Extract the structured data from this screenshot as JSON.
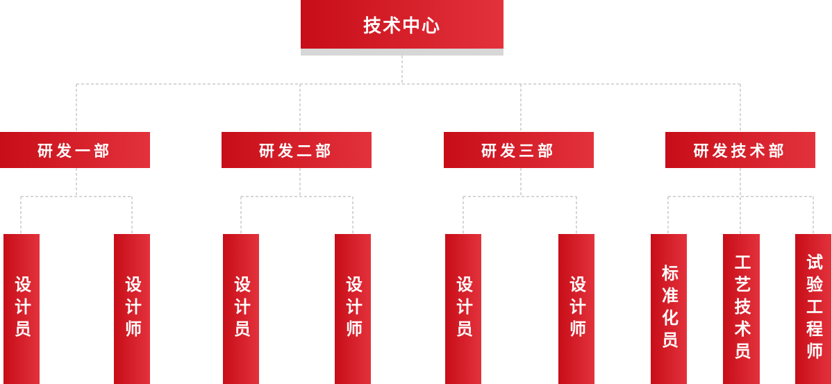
{
  "root": {
    "label": "技术中心"
  },
  "departments": [
    {
      "label": "研发一部",
      "roles": [
        "设计员",
        "设计师"
      ]
    },
    {
      "label": "研发二部",
      "roles": [
        "设计员",
        "设计师"
      ]
    },
    {
      "label": "研发三部",
      "roles": [
        "设计员",
        "设计师"
      ]
    },
    {
      "label": "研发技术部",
      "roles": [
        "标准化员",
        "工艺技术员",
        "试验工程师"
      ]
    }
  ],
  "colors": {
    "box_red_dark": "#c70d18",
    "box_red_light": "#e3323c",
    "connector": "#c8c8c8",
    "root_shadow": "#d7d7d7"
  }
}
